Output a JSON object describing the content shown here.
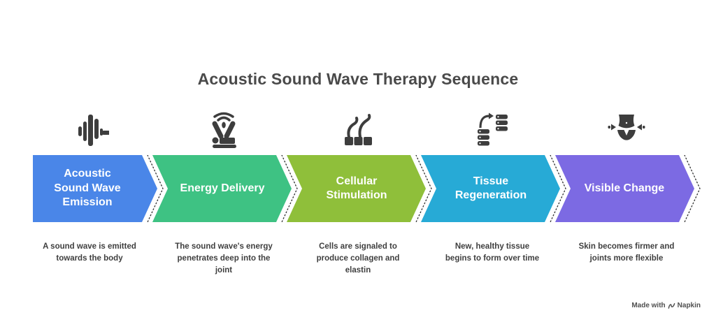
{
  "title": "Acoustic Sound Wave Therapy Sequence",
  "steps": [
    {
      "label": "Acoustic Sound Wave Emission",
      "description": "A sound wave is emitted towards the body",
      "color": "#4a86e8",
      "icon": "sound-wave-icon"
    },
    {
      "label": "Energy Delivery",
      "description": "The sound wave's energy penetrates deep into the joint",
      "color": "#3ec283",
      "icon": "energy-delivery-icon"
    },
    {
      "label": "Cellular Stimulation",
      "description": "Cells are signaled to produce collagen and elastin",
      "color": "#8fbf3a",
      "icon": "cellular-stimulation-icon"
    },
    {
      "label": "Tissue Regeneration",
      "description": "New, healthy tissue begins to form over time",
      "color": "#27aad6",
      "icon": "tissue-regeneration-icon"
    },
    {
      "label": "Visible Change",
      "description": "Skin becomes firmer and joints more flexible",
      "color": "#7c6ae3",
      "icon": "visible-change-icon"
    }
  ],
  "colors": {
    "title_text": "#4a4a4a",
    "description_text": "#3f3f3f",
    "icon_ink": "#3d3d3d",
    "step_label_text": "#ffffff",
    "dotted_outline": "#2f2f2f"
  },
  "watermark": {
    "prefix": "Made with",
    "brand": "Napkin"
  }
}
